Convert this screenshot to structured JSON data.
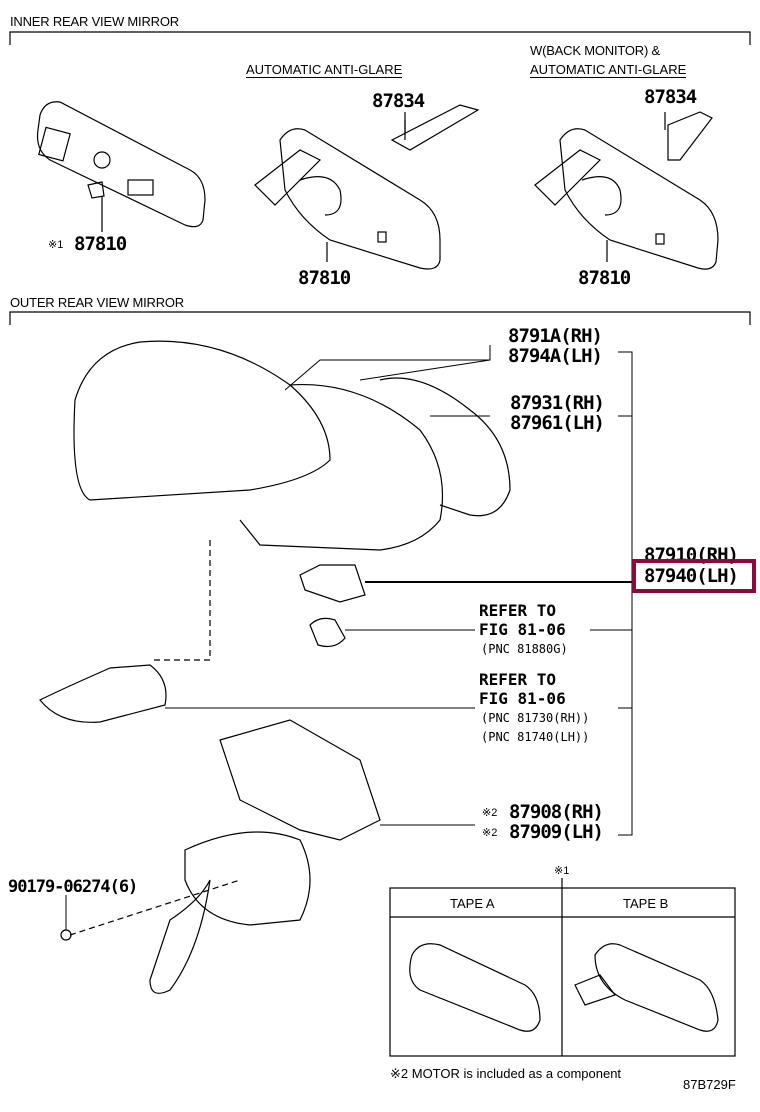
{
  "sections": {
    "inner": "INNER REAR VIEW MIRROR",
    "outer": "OUTER REAR VIEW MIRROR"
  },
  "inner": {
    "caption_auto": "AUTOMATIC ANTI-GLARE",
    "caption_monitor_line1": "W(BACK MONITOR) &",
    "caption_monitor_line2": "AUTOMATIC ANTI-GLARE",
    "parts": {
      "mirror_basic_mark": "※1",
      "mirror_basic": "87810",
      "mirror_auto": "87810",
      "cover_auto": "87834",
      "mirror_monitor": "87810",
      "cover_monitor": "87834"
    }
  },
  "outer": {
    "parts": {
      "cover_rh": "8791A(RH)",
      "cover_lh": "8794A(LH)",
      "glass_rh": "87931(RH)",
      "glass_lh": "87961(LH)",
      "assy_rh": "87910(RH)",
      "assy_lh": "87940(LH)",
      "refer1_line1": "REFER TO",
      "refer1_line2": "FIG 81-06",
      "refer1_pnc": "(PNC 81880G)",
      "refer2_line1": "REFER TO",
      "refer2_line2": "FIG 81-06",
      "refer2_pnc_rh": "(PNC 81730(RH))",
      "refer2_pnc_lh": "(PNC 81740(LH))",
      "motor_mark": "※2",
      "motor_rh": "87908(RH)",
      "motor_lh": "87909(LH)",
      "screw": "90179-06274(6)"
    },
    "highlighted_part": "87940(LH)",
    "highlight_color": "#8c0a3a"
  },
  "inset": {
    "mark": "※1",
    "tape_a": "TAPE A",
    "tape_b": "TAPE B"
  },
  "footnote": "※2 MOTOR is included as a component",
  "figure_code": "87B729F"
}
